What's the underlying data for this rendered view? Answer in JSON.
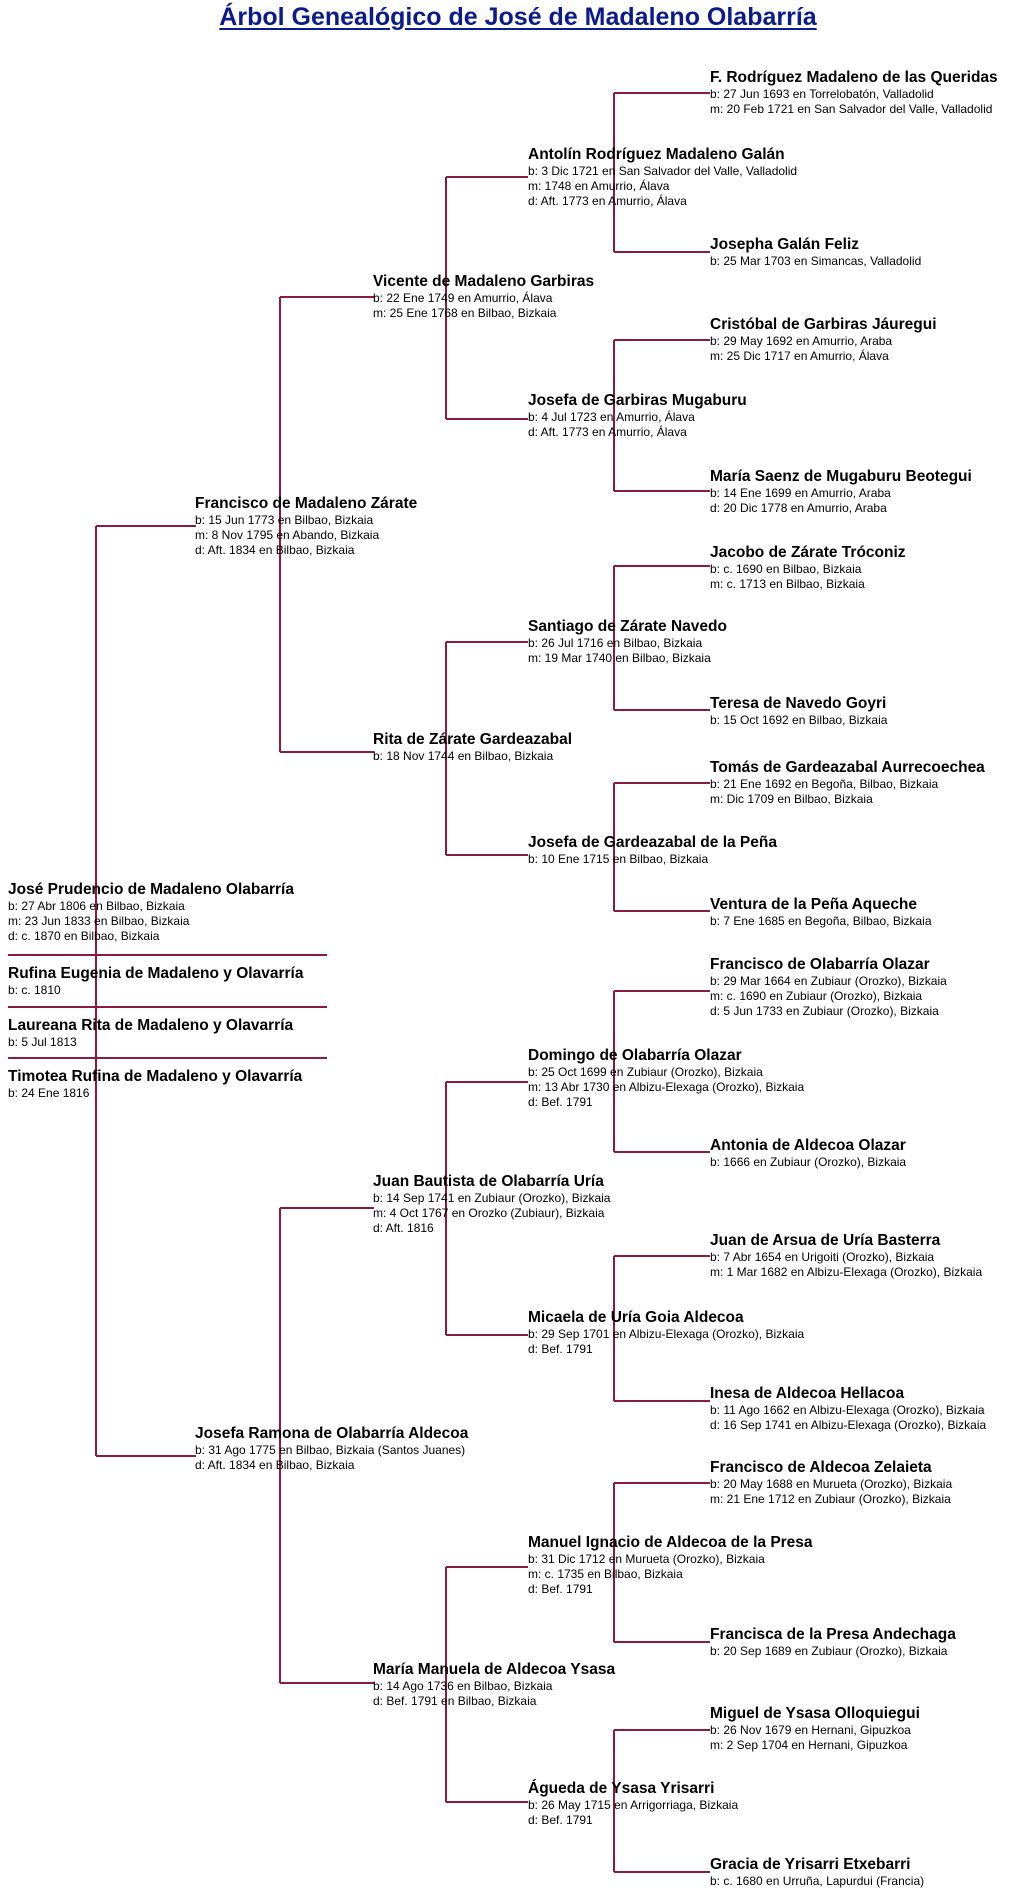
{
  "title": "Árbol Genealógico de José de Madaleno Olabarría",
  "colors": {
    "title": "#0b1a8c",
    "connector": "#8b1a40"
  },
  "people": [
    {
      "id": "jose",
      "name": "José Prudencio de Madaleno Olabarría",
      "details": [
        "b: 27 Abr 1806 en Bilbao, Bizkaia",
        "m: 23 Jun 1833 en Bilbao, Bizkaia",
        "d: c. 1870 en Bilbao, Bizkaia"
      ]
    },
    {
      "id": "rufina",
      "name": "Rufina Eugenia de Madaleno y Olavarría",
      "details": [
        "b: c. 1810"
      ]
    },
    {
      "id": "laureana",
      "name": "Laureana Rita de Madaleno y Olavarría",
      "details": [
        "b: 5 Jul 1813"
      ]
    },
    {
      "id": "timotea",
      "name": "Timotea Rufina de Madaleno y Olavarría",
      "details": [
        "b: 24 Ene 1816"
      ]
    },
    {
      "id": "francisco",
      "name": "Francisco de Madaleno Zárate",
      "details": [
        "b: 15 Jun 1773 en Bilbao, Bizkaia",
        "m: 8 Nov 1795 en Abando, Bizkaia",
        "d: Aft. 1834 en Bilbao, Bizkaia"
      ]
    },
    {
      "id": "josefa_ramona",
      "name": "Josefa Ramona de Olabarría Aldecoa",
      "details": [
        "b: 31 Ago 1775 en Bilbao, Bizkaia (Santos Juanes)",
        "d: Aft. 1834 en Bilbao, Bizkaia"
      ]
    },
    {
      "id": "vicente",
      "name": "Vicente de Madaleno Garbiras",
      "details": [
        "b: 22 Ene 1749 en Amurrio, Álava",
        "m: 25 Ene 1768 en Bilbao, Bizkaia"
      ]
    },
    {
      "id": "rita",
      "name": "Rita de Zárate Gardeazabal",
      "details": [
        "b: 18 Nov 1744 en Bilbao, Bizkaia"
      ]
    },
    {
      "id": "juan_bautista",
      "name": "Juan Bautista de Olabarría Uría",
      "details": [
        "b: 14 Sep 1741 en Zubiaur (Orozko), Bizkaia",
        "m: 4 Oct 1767 en Orozko (Zubiaur), Bizkaia",
        "d: Aft. 1816"
      ]
    },
    {
      "id": "maria_manuela",
      "name": "María Manuela de Aldecoa Ysasa",
      "details": [
        "b: 14 Ago 1736 en Bilbao, Bizkaia",
        "d: Bef. 1791 en Bilbao, Bizkaia"
      ]
    },
    {
      "id": "antolin",
      "name": "Antolín Rodríguez Madaleno Galán",
      "details": [
        "b: 3 Dic 1721 en San Salvador del Valle, Valladolid",
        "m: 1748 en Amurrio, Álava",
        "d: Aft. 1773 en Amurrio, Álava"
      ]
    },
    {
      "id": "josefa_garbiras",
      "name": "Josefa de Garbiras Mugaburu",
      "details": [
        "b: 4 Jul 1723 en Amurrio, Álava",
        "d: Aft. 1773 en Amurrio, Álava"
      ]
    },
    {
      "id": "santiago",
      "name": "Santiago de Zárate Navedo",
      "details": [
        "b: 26 Jul 1716 en Bilbao, Bizkaia",
        "m: 19 Mar 1740 en Bilbao, Bizkaia"
      ]
    },
    {
      "id": "josefa_gardeazabal",
      "name": "Josefa de Gardeazabal de la Peña",
      "details": [
        "b: 10 Ene 1715 en Bilbao, Bizkaia"
      ]
    },
    {
      "id": "domingo",
      "name": "Domingo de Olabarría Olazar",
      "details": [
        "b: 25 Oct 1699 en Zubiaur (Orozko), Bizkaia",
        "m: 13 Abr 1730 en Albizu-Elexaga (Orozko), Bizkaia",
        "d: Bef. 1791"
      ]
    },
    {
      "id": "micaela",
      "name": "Micaela de Uría Goia Aldecoa",
      "details": [
        "b: 29 Sep 1701 en Albizu-Elexaga (Orozko), Bizkaia",
        "d: Bef. 1791"
      ]
    },
    {
      "id": "manuel",
      "name": "Manuel Ignacio de Aldecoa de la Presa",
      "details": [
        "b: 31 Dic 1712 en Murueta (Orozko), Bizkaia",
        "m: c. 1735 en Bilbao, Bizkaia",
        "d: Bef. 1791"
      ]
    },
    {
      "id": "agueda",
      "name": "Águeda de Ysasa Yrisarri",
      "details": [
        "b: 26 May 1715 en Arrigorriaga, Bizkaia",
        "d: Bef. 1791"
      ]
    },
    {
      "id": "f_rodriguez",
      "name": "F. Rodríguez Madaleno de las Queridas",
      "details": [
        "b: 27 Jun 1693 en Torrelobatón, Valladolid",
        "m: 20 Feb 1721 en San Salvador del Valle, Valladolid"
      ]
    },
    {
      "id": "josepha_galan",
      "name": "Josepha Galán Feliz",
      "details": [
        "b: 25 Mar 1703 en Simancas, Valladolid"
      ]
    },
    {
      "id": "cristobal",
      "name": "Cristóbal de Garbiras Jáuregui",
      "details": [
        "b: 29 May 1692 en Amurrio, Araba",
        "m: 25 Dic 1717 en Amurrio, Álava"
      ]
    },
    {
      "id": "maria_saenz",
      "name": "María Saenz de Mugaburu Beotegui",
      "details": [
        "b: 14 Ene 1699 en Amurrio, Araba",
        "d: 20 Dic 1778 en Amurrio, Araba"
      ]
    },
    {
      "id": "jacobo",
      "name": "Jacobo de Zárate Tróconiz",
      "details": [
        "b: c. 1690 en Bilbao, Bizkaia",
        "m: c. 1713 en Bilbao, Bizkaia"
      ]
    },
    {
      "id": "teresa",
      "name": "Teresa de Navedo Goyri",
      "details": [
        "b: 15 Oct 1692 en Bilbao, Bizkaia"
      ]
    },
    {
      "id": "tomas",
      "name": "Tomás de Gardeazabal Aurrecoechea",
      "details": [
        "b: 21 Ene 1692 en Begoña, Bilbao, Bizkaia",
        "m: Dic 1709 en Bilbao, Bizkaia"
      ]
    },
    {
      "id": "ventura",
      "name": "Ventura de la Peña Aqueche",
      "details": [
        "b: 7 Ene 1685 en Begoña, Bilbao, Bizkaia"
      ]
    },
    {
      "id": "francisco_olabarria",
      "name": "Francisco de Olabarría Olazar",
      "details": [
        "b: 29 Mar 1664 en Zubiaur (Orozko), Bizkaia",
        "m: c. 1690 en Zubiaur (Orozko), Bizkaia",
        "d: 5 Jun 1733 en Zubiaur (Orozko), Bizkaia"
      ]
    },
    {
      "id": "antonia",
      "name": "Antonia de Aldecoa Olazar",
      "details": [
        "b: 1666 en Zubiaur (Orozko), Bizkaia"
      ]
    },
    {
      "id": "juan_arsua",
      "name": "Juan de Arsua de Uría Basterra",
      "details": [
        "b: 7 Abr 1654 en Urigoiti (Orozko), Bizkaia",
        "m: 1 Mar 1682 en Albizu-Elexaga (Orozko), Bizkaia"
      ]
    },
    {
      "id": "inesa",
      "name": "Inesa de Aldecoa Hellacoa",
      "details": [
        "b: 11 Ago 1662 en Albizu-Elexaga (Orozko), Bizkaia",
        "d: 16 Sep 1741 en Albizu-Elexaga (Orozko), Bizkaia"
      ]
    },
    {
      "id": "francisco_aldecoa",
      "name": "Francisco de Aldecoa Zelaieta",
      "details": [
        "b: 20 May 1688 en Murueta (Orozko), Bizkaia",
        "m: 21 Ene 1712 en Zubiaur (Orozko), Bizkaia"
      ]
    },
    {
      "id": "francisca",
      "name": "Francisca de la Presa Andechaga",
      "details": [
        "b: 20 Sep 1689 en Zubiaur (Orozko), Bizkaia"
      ]
    },
    {
      "id": "miguel",
      "name": "Miguel de Ysasa Olloquiegui",
      "details": [
        "b: 26 Nov 1679 en Hernani, Gipuzkoa",
        "m: 2 Sep 1704 en Hernani, Gipuzkoa"
      ]
    },
    {
      "id": "gracia",
      "name": "Gracia de Yrisarri Etxebarri",
      "details": [
        "b: c. 1680 en Urruña, Lapurdui (Francia)"
      ]
    }
  ]
}
